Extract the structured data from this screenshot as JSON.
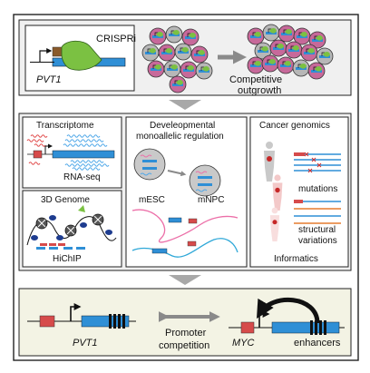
{
  "colors": {
    "panel_bg": "#f0f0f0",
    "bottom_bg": "#f3f3e4",
    "gene_blue": "#2f8fd6",
    "promoter_red": "#d64b4b",
    "dcas9_green": "#7bc142",
    "cell_pink": "#c7699a",
    "cell_gray": "#b7b7b7",
    "arrow_gray": "#8a8a8a",
    "nucleus_pink": "#e8b2c4",
    "mutation_red": "#d32f2f",
    "rna_blue": "#4ea7e8",
    "rna_red": "#e04a4a"
  },
  "top": {
    "crispri_label": "CRISPRi",
    "gene_label": "PVT1",
    "outgrowth_label_line1": "Competitive",
    "outgrowth_label_line2": "outgrowth"
  },
  "transcriptome": {
    "title": "Transcriptome",
    "method": "RNA-seq"
  },
  "genome3d": {
    "title": "3D Genome",
    "method": "HiChIP"
  },
  "developmental": {
    "title_line1": "Develeopmental",
    "title_line2": "monoallelic regulation",
    "cell_a": "mESC",
    "cell_b": "mNPC"
  },
  "cancer": {
    "title": "Cancer genomics",
    "label_mutations": "mutations",
    "label_sv_line1": "structural",
    "label_sv_line2": "variations",
    "label_informatics": "Informatics"
  },
  "bottom": {
    "left_gene": "PVT1",
    "center_line1": "Promoter",
    "center_line2": "competition",
    "right_gene": "MYC",
    "right_label": "enhancers"
  }
}
